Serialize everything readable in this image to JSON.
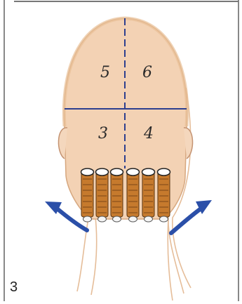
{
  "figure": {
    "number": "3",
    "sections": [
      {
        "id": "5",
        "label": "5"
      },
      {
        "id": "6",
        "label": "6"
      },
      {
        "id": "3",
        "label": "3"
      },
      {
        "id": "4",
        "label": "4"
      }
    ],
    "rollers_count": 6,
    "arrow_color": "#2b4fa8",
    "divider_color": "#2d3f8f",
    "scalp_color": "#f3d2b4",
    "hair_color": "#e9c39a",
    "roller_color": "#c67a2d"
  }
}
